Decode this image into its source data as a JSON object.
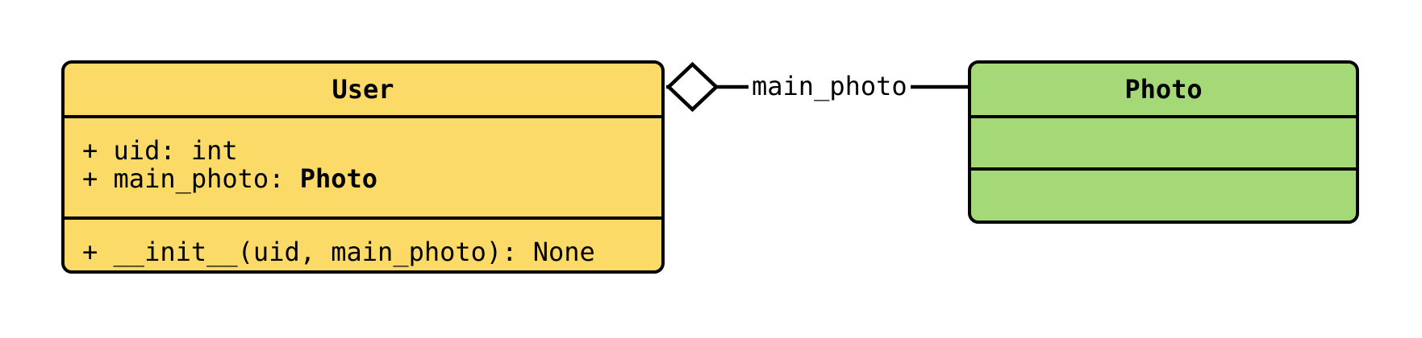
{
  "diagram": {
    "kind": "uml-class-diagram",
    "background_color": "#ffffff",
    "stroke_color": "#000000"
  },
  "classes": {
    "user": {
      "name": "User",
      "fill": "#fbda68",
      "attributes": [
        {
          "text": "+ uid: int",
          "type_bold": ""
        },
        {
          "text": "+ main_photo: ",
          "type_bold": "Photo"
        }
      ],
      "methods": [
        {
          "text": "+ __init__(uid, main_photo): None"
        }
      ]
    },
    "photo": {
      "name": "Photo",
      "fill": "#a5d977",
      "attributes": [],
      "methods": []
    }
  },
  "relationship": {
    "type": "aggregation",
    "diamond_style": "hollow",
    "diamond_fill": "#ffffff",
    "label": "main_photo",
    "from_class": "User",
    "to_class": "Photo"
  }
}
